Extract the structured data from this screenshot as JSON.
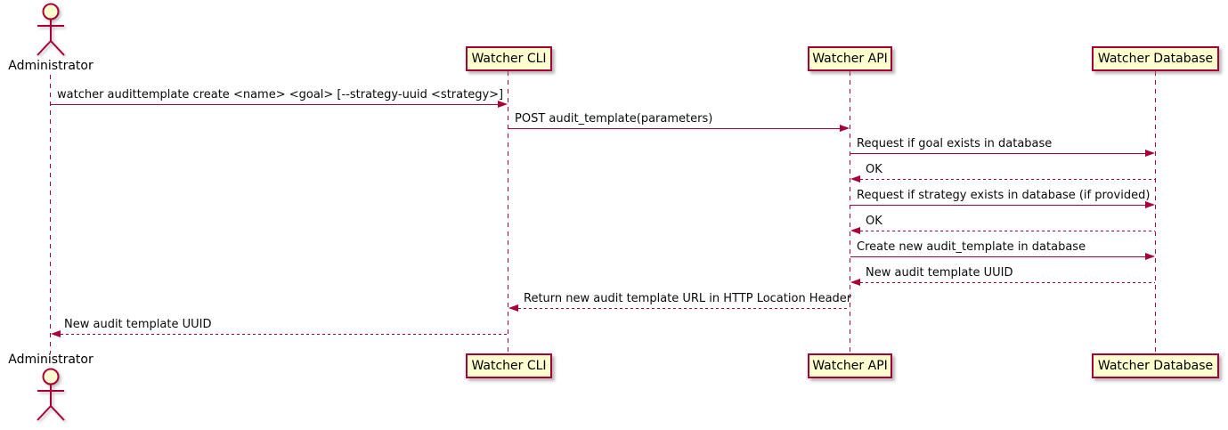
{
  "colors": {
    "accent": "#A80036",
    "participant_fill": "#FEFECE",
    "text": "#000000",
    "background": "#FFFFFF"
  },
  "actor": {
    "name": "Administrator"
  },
  "participants": [
    {
      "label": "Watcher CLI"
    },
    {
      "label": "Watcher API"
    },
    {
      "label": "Watcher Database"
    }
  ],
  "messages": [
    {
      "from": "Administrator",
      "to": "Watcher CLI",
      "line": "solid",
      "direction": "right",
      "text": "watcher audittemplate create <name> <goal> [--strategy-uuid <strategy>]"
    },
    {
      "from": "Watcher CLI",
      "to": "Watcher API",
      "line": "solid",
      "direction": "right",
      "text": "POST audit_template(parameters)"
    },
    {
      "from": "Watcher API",
      "to": "Watcher Database",
      "line": "solid",
      "direction": "right",
      "text": "Request if goal exists in database"
    },
    {
      "from": "Watcher Database",
      "to": "Watcher API",
      "line": "dashed",
      "direction": "left",
      "text": "OK"
    },
    {
      "from": "Watcher API",
      "to": "Watcher Database",
      "line": "solid",
      "direction": "right",
      "text": "Request if strategy exists in database (if provided)"
    },
    {
      "from": "Watcher Database",
      "to": "Watcher API",
      "line": "dashed",
      "direction": "left",
      "text": "OK"
    },
    {
      "from": "Watcher API",
      "to": "Watcher Database",
      "line": "solid",
      "direction": "right",
      "text": "Create new audit_template in database"
    },
    {
      "from": "Watcher Database",
      "to": "Watcher API",
      "line": "dashed",
      "direction": "left",
      "text": "New audit template UUID"
    },
    {
      "from": "Watcher API",
      "to": "Watcher CLI",
      "line": "dashed",
      "direction": "left",
      "text": "Return new audit template URL in HTTP Location Header"
    },
    {
      "from": "Watcher CLI",
      "to": "Administrator",
      "line": "dashed",
      "direction": "left",
      "text": "New audit template UUID"
    }
  ]
}
